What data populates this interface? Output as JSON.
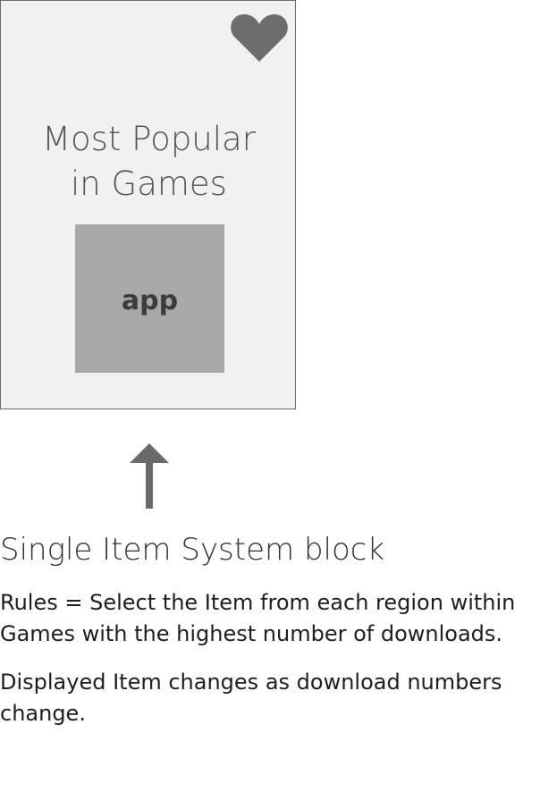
{
  "card": {
    "title_line1": "Most Popular",
    "title_line2": "in Games",
    "app_label": "app",
    "icon": "heart-icon",
    "colors": {
      "card_bg": "#f1f1f1",
      "card_border": "#6b6b6b",
      "heart": "#6d6d6d",
      "tile_bg": "#a8a8aa"
    }
  },
  "annotation": {
    "arrow_icon": "arrow-up-icon",
    "title": "Single Item System block",
    "rules_text": "Rules = Select the Item from each region within Games with the highest number of downloads.",
    "note_text": "Displayed Item changes as download numbers change."
  }
}
